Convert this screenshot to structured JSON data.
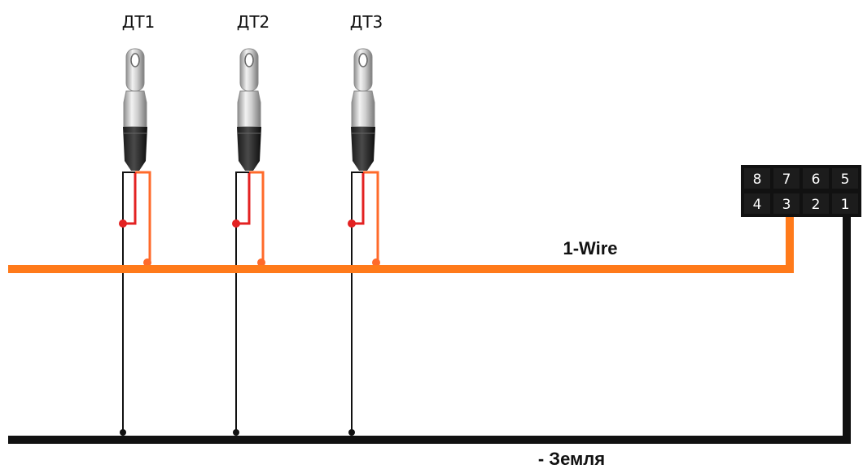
{
  "sensors": [
    {
      "label": "ДТ1"
    },
    {
      "label": "ДТ2"
    },
    {
      "label": "ДТ3"
    }
  ],
  "connector": {
    "top_row": [
      "8",
      "7",
      "6",
      "5"
    ],
    "bottom_row": [
      "4",
      "3",
      "2",
      "1"
    ]
  },
  "lines": {
    "data_label": "1-Wire",
    "ground_label": "- Земля"
  },
  "colors": {
    "data_wire": "#ff7a1a",
    "ground_wire": "#111111",
    "sensor_red_wire": "#e32222",
    "sensor_orange_wire": "#ff6a2a",
    "connector_body": "#111111"
  }
}
